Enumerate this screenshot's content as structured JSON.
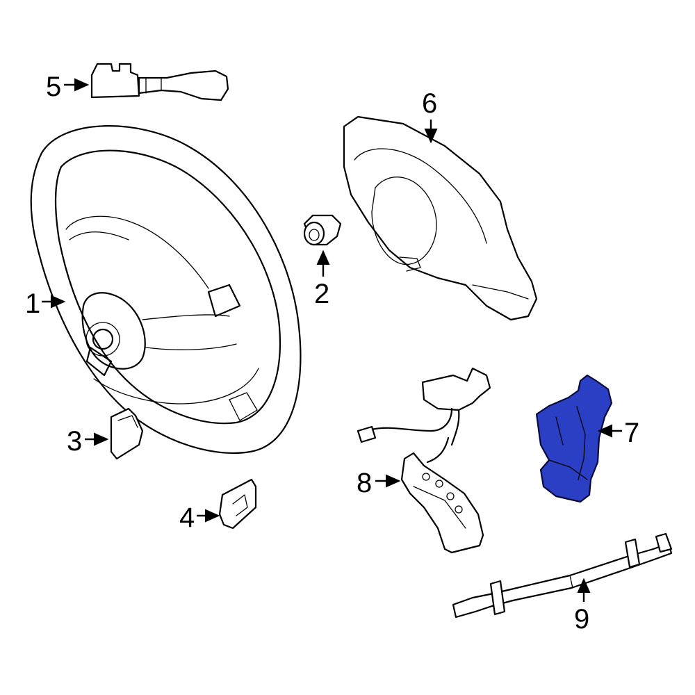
{
  "callouts": [
    {
      "label": "1"
    },
    {
      "label": "2"
    },
    {
      "label": "3"
    },
    {
      "label": "4"
    },
    {
      "label": "5"
    },
    {
      "label": "6"
    },
    {
      "label": "7"
    },
    {
      "label": "8"
    },
    {
      "label": "9"
    }
  ],
  "colors": {
    "highlight": "#2b3fc4",
    "line": "#000000",
    "background": "#ffffff"
  },
  "highlighted_part": "7"
}
